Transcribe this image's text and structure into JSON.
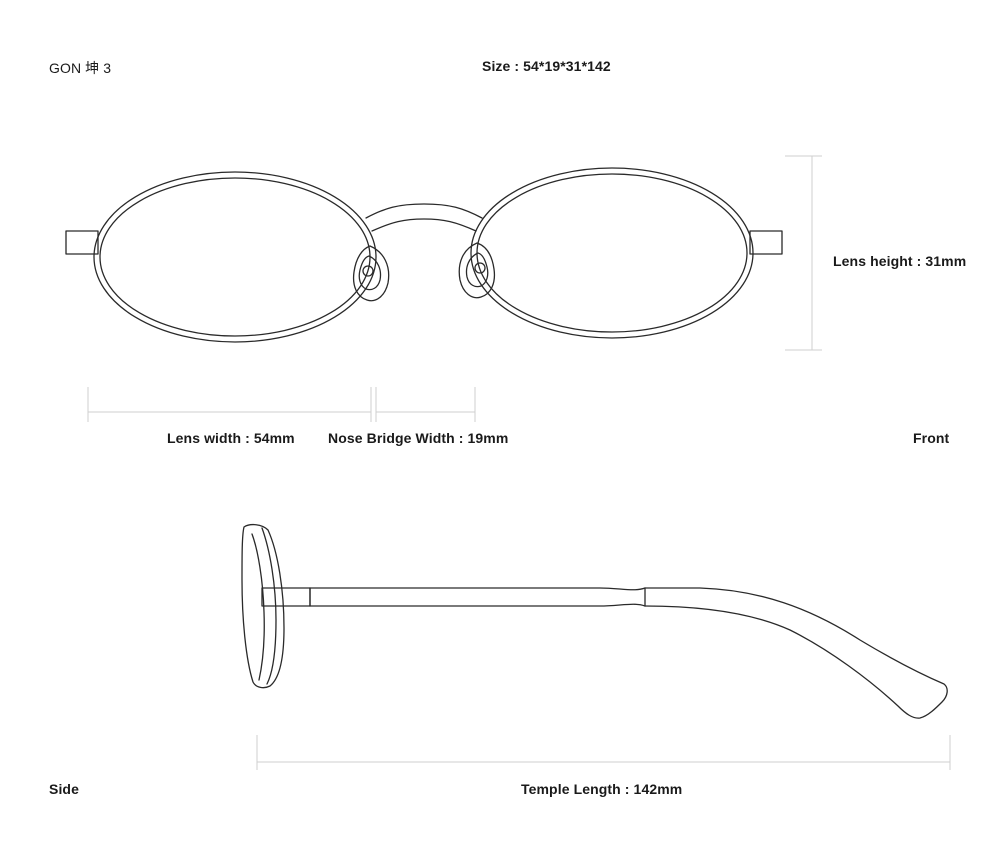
{
  "header": {
    "model": "GON 坤 3",
    "size": "Size : 54*19*31*142"
  },
  "front": {
    "view_label": "Front",
    "lens_width_label": "Lens width : 54mm",
    "bridge_width_label": "Nose Bridge Width : 19mm",
    "lens_height_label": "Lens height : 31mm"
  },
  "side": {
    "view_label": "Side",
    "temple_length_label": "Temple Length : 142mm"
  },
  "colors": {
    "line": "#2a2a2a",
    "dimension": "#cfcfcf"
  }
}
